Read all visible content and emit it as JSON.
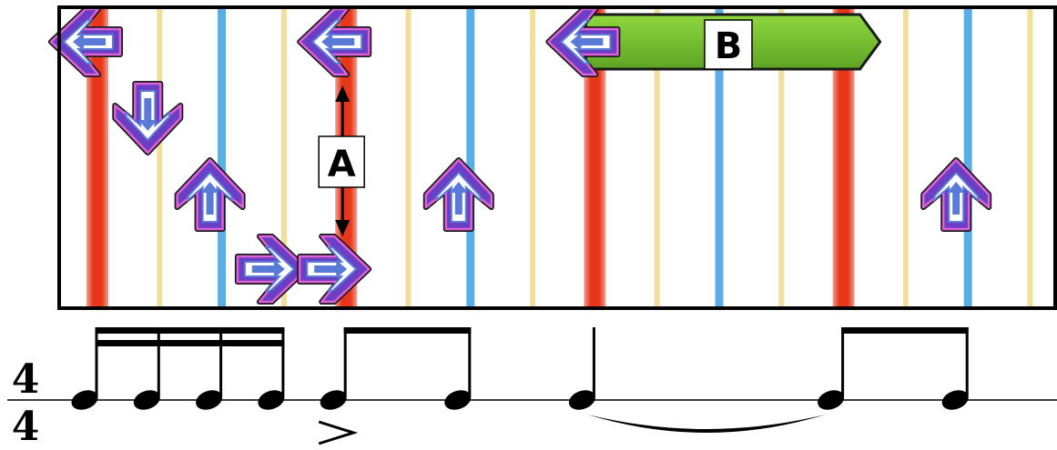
{
  "measures": 2,
  "beats_per_measure": 4,
  "beat_lines": [
    {
      "beat": 0.0,
      "kind": "measure"
    },
    {
      "beat": 0.25,
      "kind": "sixteenth"
    },
    {
      "beat": 0.5,
      "kind": "eighth"
    },
    {
      "beat": 0.75,
      "kind": "sixteenth"
    },
    {
      "beat": 1.0,
      "kind": "measure-quarter"
    },
    {
      "beat": 1.25,
      "kind": "sixteenth"
    },
    {
      "beat": 1.5,
      "kind": "eighth"
    },
    {
      "beat": 1.75,
      "kind": "sixteenth"
    },
    {
      "beat": 2.0,
      "kind": "measure"
    },
    {
      "beat": 2.25,
      "kind": "sixteenth"
    },
    {
      "beat": 2.5,
      "kind": "eighth"
    },
    {
      "beat": 2.75,
      "kind": "sixteenth"
    },
    {
      "beat": 3.0,
      "kind": "measure-quarter"
    },
    {
      "beat": 3.25,
      "kind": "sixteenth"
    },
    {
      "beat": 3.5,
      "kind": "eighth"
    },
    {
      "beat": 3.75,
      "kind": "sixteenth"
    }
  ],
  "arrows": [
    {
      "beat": 0.0,
      "lane": 0,
      "dir": "left"
    },
    {
      "beat": 0.25,
      "lane": 1,
      "dir": "down"
    },
    {
      "beat": 0.5,
      "lane": 2,
      "dir": "up"
    },
    {
      "beat": 0.75,
      "lane": 3,
      "dir": "right"
    },
    {
      "beat": 1.0,
      "lane": 0,
      "dir": "left"
    },
    {
      "beat": 1.0,
      "lane": 3,
      "dir": "right"
    },
    {
      "beat": 1.5,
      "lane": 2,
      "dir": "up"
    },
    {
      "beat": 2.0,
      "lane": 0,
      "dir": "left"
    },
    {
      "beat": 3.5,
      "lane": 2,
      "dir": "up"
    }
  ],
  "freeze": {
    "start": 2.0,
    "end": 3.0,
    "lane": 0,
    "color": "#7cc331"
  },
  "labels": {
    "a": "A",
    "b": "B"
  },
  "time_signature": {
    "top": "4",
    "bottom": "4"
  },
  "notes": [
    {
      "beat": 0.0,
      "value": "sixteenth"
    },
    {
      "beat": 0.25,
      "value": "sixteenth"
    },
    {
      "beat": 0.5,
      "value": "sixteenth"
    },
    {
      "beat": 0.75,
      "value": "sixteenth"
    },
    {
      "beat": 1.0,
      "value": "eighth",
      "accent": true
    },
    {
      "beat": 1.5,
      "value": "eighth"
    },
    {
      "beat": 2.0,
      "value": "quarter",
      "tie_to_next": true
    },
    {
      "beat": 3.0,
      "value": "eighth"
    },
    {
      "beat": 3.5,
      "value": "eighth"
    }
  ],
  "colors": {
    "measure_line": "#e8361a",
    "quarter_line": "#e8361a",
    "eighth_line": "#5aaee6",
    "sixteenth_line": "#f3df9a",
    "arrow_outer": "#6a3fc4",
    "arrow_inner": "#ffffff",
    "arrow_pink": "#e060d8",
    "freeze_body": "#7cc331"
  }
}
